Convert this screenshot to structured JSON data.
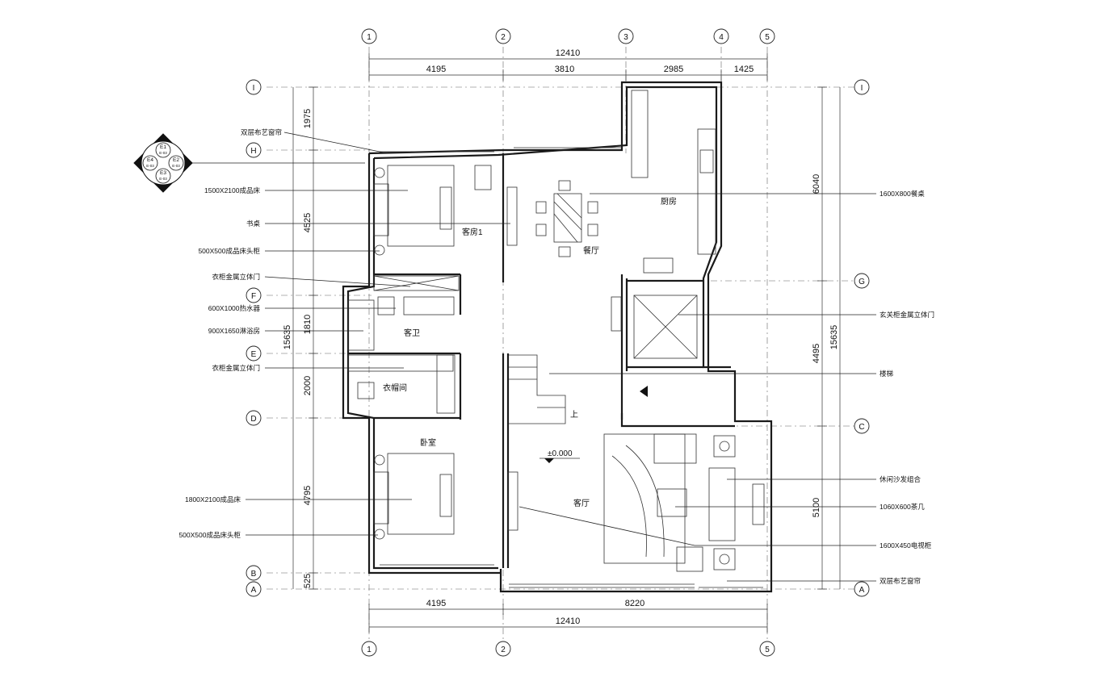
{
  "top_dimensions": {
    "total": "12410",
    "segments": [
      "4195",
      "3810",
      "2985",
      "1425"
    ]
  },
  "bottom_dimensions": {
    "segments": [
      "4195",
      "8220"
    ],
    "total": "12410"
  },
  "left_dimensions": {
    "total": "15635",
    "segments": [
      "1975",
      "4525",
      "1810",
      "2000",
      "4795",
      "525"
    ]
  },
  "right_dimensions": {
    "total": "15635",
    "segments": [
      "6040",
      "4495",
      "5100"
    ]
  },
  "axes": {
    "top": [
      "1",
      "2",
      "3",
      "4",
      "5"
    ],
    "bottom": [
      "1",
      "2",
      "5"
    ],
    "left": [
      "I",
      "H",
      "F",
      "E",
      "D",
      "B",
      "A"
    ],
    "right": [
      "I",
      "G",
      "C",
      "A"
    ]
  },
  "elevation_marker": [
    "E1",
    "E-03",
    "E2",
    "E-03",
    "E3",
    "E-03",
    "E4",
    "E-03"
  ],
  "rooms": {
    "guest_room": "客房1",
    "dining": "餐厅",
    "kitchen": "厨房",
    "guest_bath": "客卫",
    "cloakroom": "衣帽间",
    "bedroom": "卧室",
    "living": "客厅",
    "stair_up": "上",
    "level": "±0.000"
  },
  "left_notes": [
    "双层布艺窗帘",
    "1500X2100成品床",
    "书桌",
    "500X500成品床头柜",
    "衣柜金属立体门",
    "600X1000热水器",
    "900X1650淋浴房",
    "衣柜金属立体门",
    "1800X2100成品床",
    "500X500成品床头柜"
  ],
  "right_notes": [
    "1600X800餐桌",
    "玄关柜金属立体门",
    "楼梯",
    "休闲沙发组合",
    "1060X600茶几",
    "1600X450电视柜",
    "双层布艺窗帘"
  ]
}
